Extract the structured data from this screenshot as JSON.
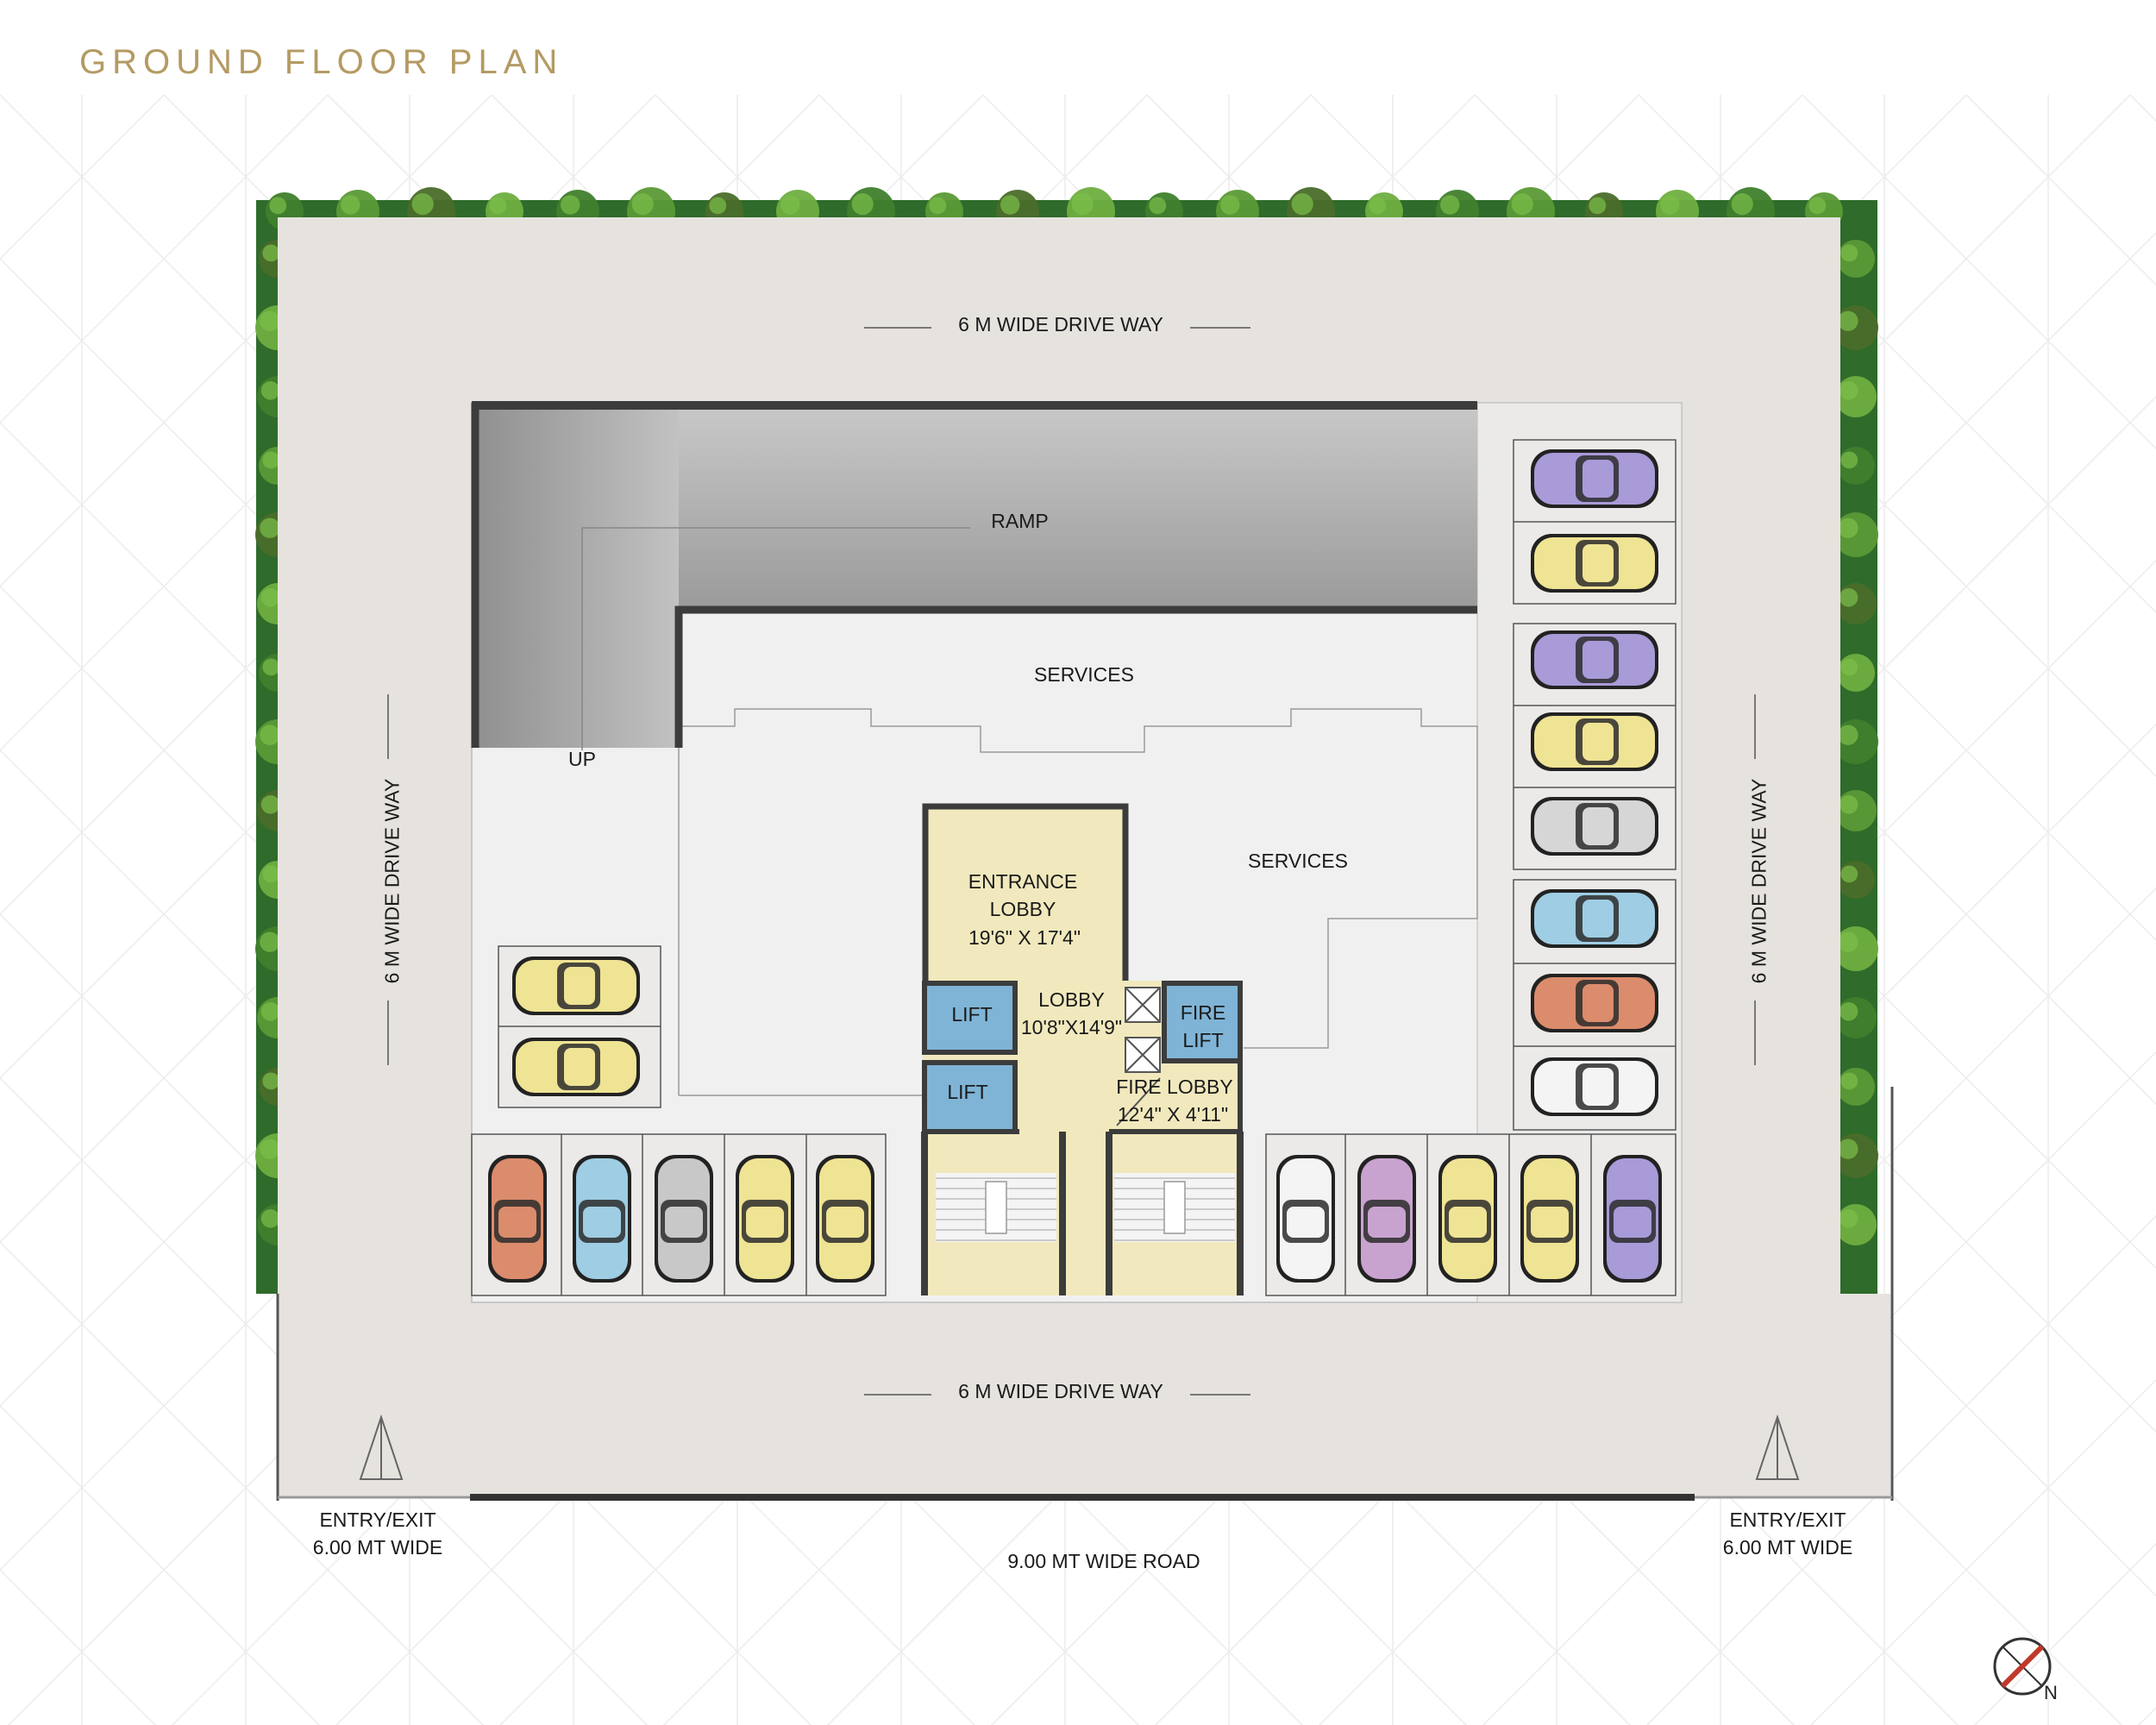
{
  "title": "GROUND FLOOR PLAN",
  "labels": {
    "driveway_top": "6 M WIDE DRIVE WAY",
    "driveway_bottom": "6 M WIDE DRIVE WAY",
    "driveway_left": "6 M WIDE DRIVE WAY",
    "driveway_right": "6 M WIDE DRIVE WAY",
    "ramp": "RAMP",
    "up": "UP",
    "services_top": "SERVICES",
    "services_mid": "SERVICES",
    "entrance_lobby": "ENTRANCE LOBBY",
    "entrance_lobby_size": "19'6\" X 17'4\"",
    "lobby": "LOBBY",
    "lobby_size": "10'8\"X14'9\"",
    "lift_1": "LIFT",
    "lift_2": "LIFT",
    "fire_lift_1": "FIRE",
    "fire_lift_2": "LIFT",
    "fire_lobby": "FIRE LOBBY",
    "fire_lobby_size": "12'4\" X 4'11\"",
    "entry_left_1": "ENTRY/EXIT",
    "entry_left_2": "6.00 MT WIDE",
    "entry_right_1": "ENTRY/EXIT",
    "entry_right_2": "6.00 MT WIDE",
    "road": "9.00 MT WIDE ROAD",
    "north": "N"
  },
  "colors": {
    "title": "#b49a63",
    "hedge": "#2f6b2a",
    "site": "#e6e3df",
    "ramp": "#a6a6a6",
    "services": "#ececec",
    "wall": "#3c3c3c",
    "lobby": "#f1e9bd",
    "lift": "#7fb4d6",
    "north_arrow": "#c0392b"
  },
  "cars": {
    "right_column": [
      "#a99ad8",
      "#efe394",
      "#a99ad8",
      "#efe394",
      "#d6d6d6",
      "#9fcde3",
      "#db8c6c",
      "#f4f4f4"
    ],
    "left_pair": [
      "#efe394",
      "#efe394"
    ],
    "bottom_left": [
      "#db8c6c",
      "#9fcde3",
      "#c8c8c8",
      "#efe394",
      "#efe394"
    ],
    "bottom_right": [
      "#f4f4f4",
      "#c9a3cf",
      "#efe394",
      "#efe394",
      "#a99ad8"
    ]
  }
}
